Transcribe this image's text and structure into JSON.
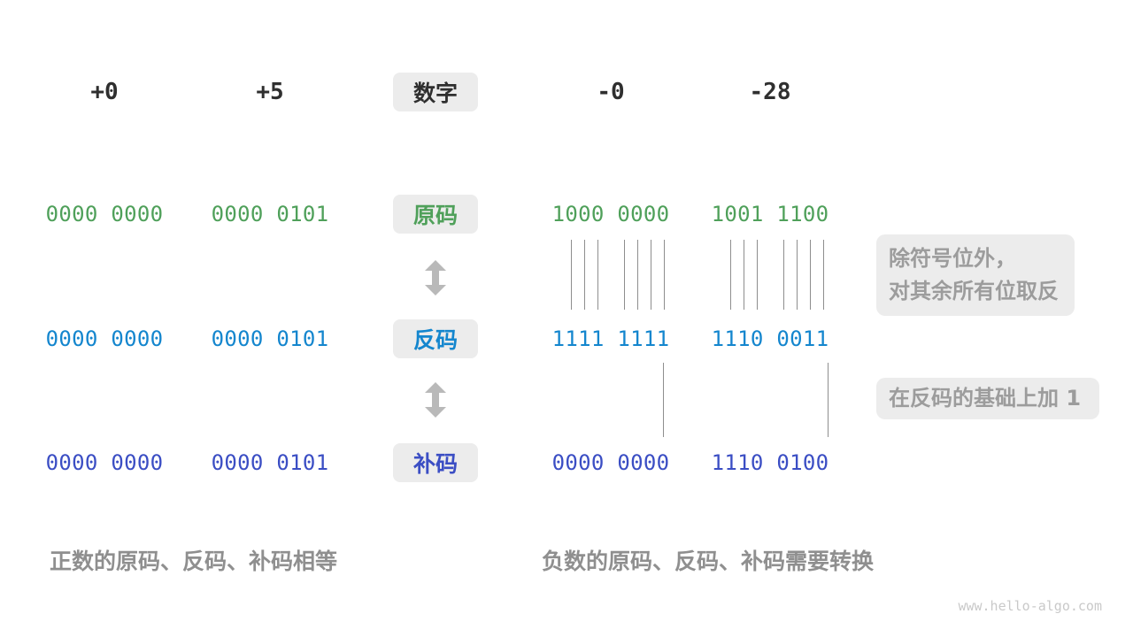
{
  "header": {
    "label": "数字",
    "values": [
      "+0",
      "+5",
      "-0",
      "-28"
    ]
  },
  "rows": [
    {
      "label": "原码",
      "meaning": "sign-magnitude",
      "color": "#4FA05A",
      "values": [
        "0000 0000",
        "0000 0101",
        "1000 0000",
        "1001 1100"
      ]
    },
    {
      "label": "反码",
      "meaning": "ones-complement",
      "color": "#1486CE",
      "values": [
        "0000 0000",
        "0000 0101",
        "1111 1111",
        "1110 0011"
      ]
    },
    {
      "label": "补码",
      "meaning": "twos-complement",
      "color": "#3B4EC4",
      "values": [
        "0000 0000",
        "0000 0101",
        "0000 0000",
        "1110 0100"
      ]
    }
  ],
  "annotations": {
    "invert_line1": "除符号位外，",
    "invert_line2": "对其余所有位取反",
    "add_one": "在反码的基础上加 1"
  },
  "captions": {
    "positive": "正数的原码、反码、补码相等",
    "negative": "负数的原码、反码、补码需要转换"
  },
  "watermark": "www.hello-algo.com",
  "icons": {
    "double_arrow": "up-down-double-arrow"
  },
  "colors": {
    "sign_magnitude_green": "#4FA05A",
    "ones_complement_blue": "#1486CE",
    "twos_complement_indigo": "#3B4EC4",
    "label_box_bg": "#ECECEC",
    "annotation_text": "#9C9C9C",
    "caption_text": "#8F8F8F",
    "arrow_gray": "#B9B9B9",
    "connector_line_gray": "#8E8E8E",
    "header_text": "#2F2F2F"
  }
}
